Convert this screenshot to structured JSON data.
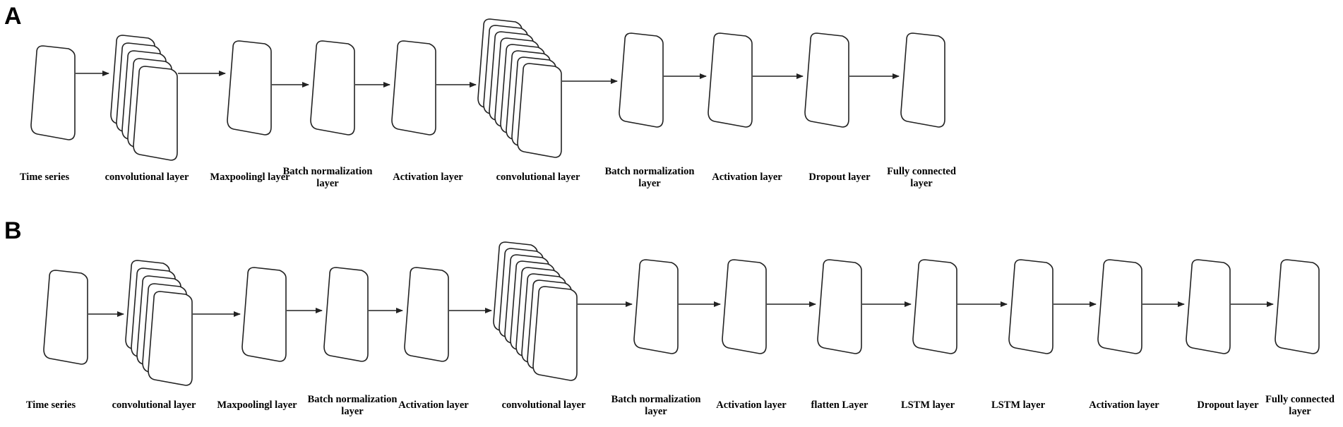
{
  "panels": [
    {
      "letter": "A",
      "stages": [
        {
          "label": [
            "Time series"
          ],
          "stack": 1
        },
        {
          "label": [
            "convolutional layer"
          ],
          "stack": 5
        },
        {
          "label": [
            "Maxpoolingl layer"
          ],
          "stack": 1
        },
        {
          "label": [
            "Batch normalization",
            "layer"
          ],
          "stack": 1
        },
        {
          "label": [
            "Activation layer"
          ],
          "stack": 1
        },
        {
          "label": [
            "convolutional layer"
          ],
          "stack": 8
        },
        {
          "label": [
            "Batch normalization",
            "layer"
          ],
          "stack": 1
        },
        {
          "label": [
            "Activation layer"
          ],
          "stack": 1
        },
        {
          "label": [
            "Dropout layer"
          ],
          "stack": 1
        },
        {
          "label": [
            "Fully connected",
            "layer"
          ],
          "stack": 1
        }
      ]
    },
    {
      "letter": "B",
      "stages": [
        {
          "label": [
            "Time series"
          ],
          "stack": 1
        },
        {
          "label": [
            "convolutional layer"
          ],
          "stack": 5
        },
        {
          "label": [
            "Maxpoolingl layer"
          ],
          "stack": 1
        },
        {
          "label": [
            "Batch normalization",
            "layer"
          ],
          "stack": 1
        },
        {
          "label": [
            "Activation layer"
          ],
          "stack": 1
        },
        {
          "label": [
            "convolutional layer"
          ],
          "stack": 8
        },
        {
          "label": [
            "Batch normalization",
            "layer"
          ],
          "stack": 1
        },
        {
          "label": [
            "Activation layer"
          ],
          "stack": 1
        },
        {
          "label": [
            "flatten Layer"
          ],
          "stack": 1
        },
        {
          "label": [
            "LSTM layer"
          ],
          "stack": 1
        },
        {
          "label": [
            "LSTM layer"
          ],
          "stack": 1
        },
        {
          "label": [
            "Activation layer"
          ],
          "stack": 1
        },
        {
          "label": [
            "Dropout layer"
          ],
          "stack": 1
        },
        {
          "label": [
            "Fully connected",
            "layer"
          ],
          "stack": 1
        }
      ]
    }
  ]
}
